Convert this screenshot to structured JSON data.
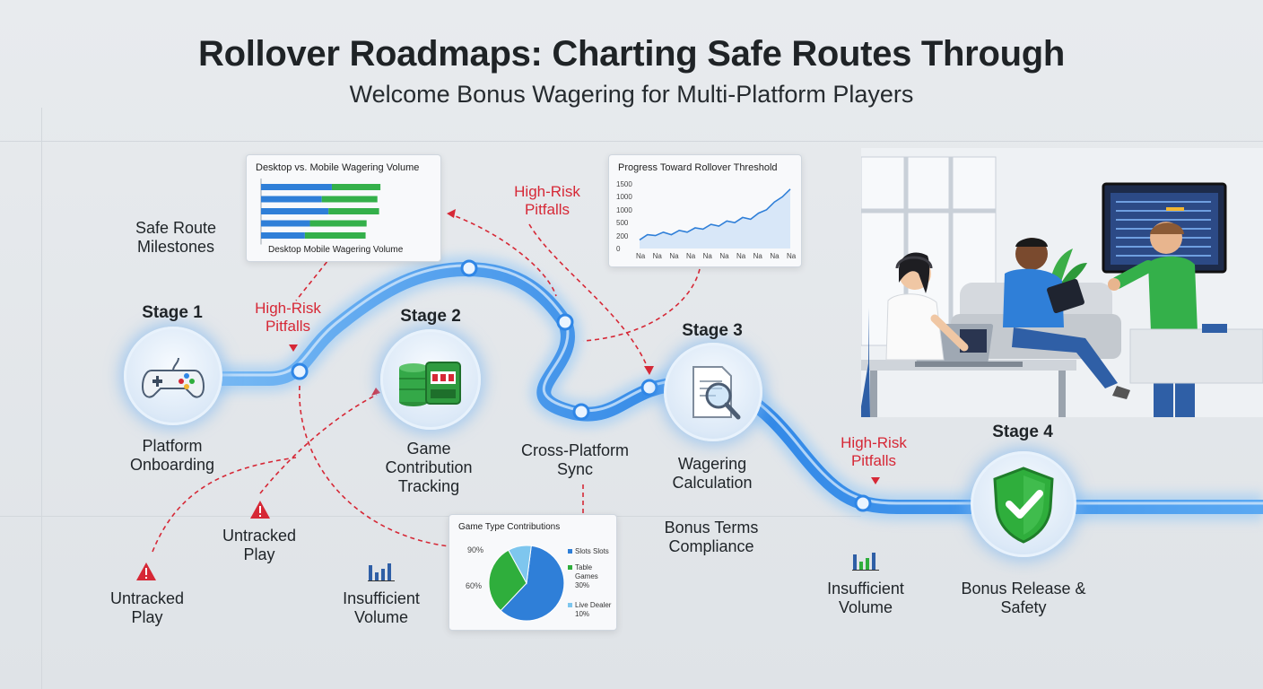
{
  "title": "Rollover Roadmaps: Charting Safe Routes Through",
  "subtitle": "Welcome Bonus Wagering for Multi-Platform Players",
  "milestones_label": "Safe Route Milestones",
  "stages": [
    {
      "stage_label": "Stage 1",
      "name": "Platform Onboarding",
      "icon": "gamepad-icon"
    },
    {
      "stage_label": "Stage 2",
      "name": "Game Contribution Tracking",
      "icon": "casino-chips-slot-icon"
    },
    {
      "stage_label": "Stage 3",
      "name": "Wagering Calculation",
      "icon": "document-magnifier-icon"
    },
    {
      "stage_label": "Stage 4",
      "name": "Bonus Release & Safety",
      "icon": "shield-check-icon"
    }
  ],
  "labels": {
    "cross_platform": "Cross-Platform Sync",
    "bonus_terms": "Bonus Terms Compliance"
  },
  "pitfalls": {
    "high_risk": "High-Risk Pitfalls",
    "untracked": "Untracked Play",
    "insufficient": "Insufficient Volume"
  },
  "colors": {
    "route_blue": "#2f86e6",
    "risk_red": "#d62836",
    "mobile_green": "#34b04a",
    "desktop_blue": "#2f7fd8",
    "shield_green": "#2fae3c"
  },
  "chart_data": [
    {
      "type": "bar",
      "title": "Desktop vs. Mobile Wagering Volume",
      "xlabel": "Desktop    Mobile Wagering Volume",
      "series": [
        {
          "name": "Desktop",
          "values": [
            0.42,
            0.36,
            0.4,
            0.29,
            0.26
          ]
        },
        {
          "name": "Mobile",
          "values": [
            0.48,
            0.55,
            0.5,
            0.56,
            0.6
          ]
        }
      ],
      "orientation": "horizontal"
    },
    {
      "type": "line",
      "title": "Progress Toward Rollover Threshold",
      "y_ticks": [
        "1500",
        "1000",
        "1000",
        "500",
        "200",
        "0"
      ],
      "x_ticks": [
        "Na",
        "Na",
        "Na",
        "Na",
        "Na",
        "Na",
        "Na",
        "Na",
        "Na",
        "Na"
      ],
      "ylim": [
        0,
        1500
      ],
      "values": [
        200,
        320,
        300,
        380,
        320,
        420,
        380,
        480,
        450,
        560,
        520,
        640,
        600,
        720,
        680,
        820,
        900,
        1080,
        1200,
        1380
      ],
      "fill": true
    },
    {
      "type": "pie",
      "title": "Game Type Contributions",
      "slices": [
        {
          "label": "Slots Slots",
          "value": 60,
          "color": "#2f7fd8"
        },
        {
          "label": "Table Games 30%",
          "value": 30,
          "color": "#2fae3c"
        },
        {
          "label": "Live Dealer 10%",
          "value": 10,
          "color": "#7ec6ee"
        }
      ],
      "side_labels": [
        "90%",
        "60%"
      ]
    }
  ]
}
